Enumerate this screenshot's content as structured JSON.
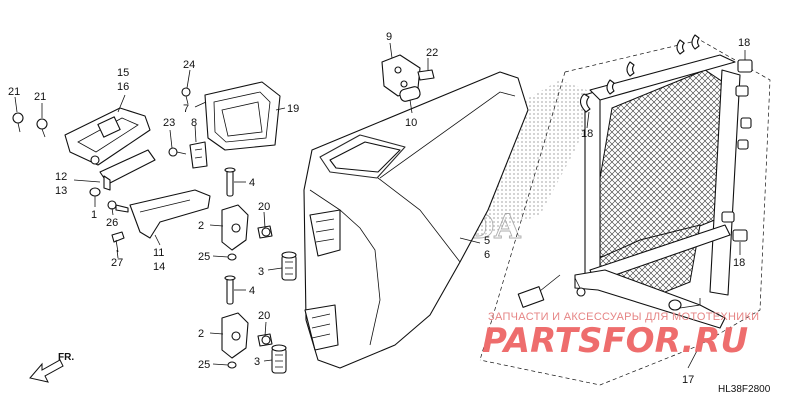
{
  "diagram": {
    "code": "HL38F2800",
    "direction_label": "FR.",
    "watermark": {
      "subtitle": "ЗАПЧАСТИ И АКСЕССУАРЫ ДЛЯ МОТОТЕХНИКИ",
      "brand": "PARTSFOR.RU"
    },
    "callouts": [
      {
        "id": "c1",
        "label": "1"
      },
      {
        "id": "c2a",
        "label": "2"
      },
      {
        "id": "c2b",
        "label": "2"
      },
      {
        "id": "c3a",
        "label": "3"
      },
      {
        "id": "c3b",
        "label": "3"
      },
      {
        "id": "c4a",
        "label": "4"
      },
      {
        "id": "c4b",
        "label": "4"
      },
      {
        "id": "c5",
        "label": "5"
      },
      {
        "id": "c6",
        "label": "6"
      },
      {
        "id": "c7",
        "label": "7"
      },
      {
        "id": "c8",
        "label": "8"
      },
      {
        "id": "c9",
        "label": "9"
      },
      {
        "id": "c10",
        "label": "10"
      },
      {
        "id": "c11",
        "label": "11"
      },
      {
        "id": "c12",
        "label": "12"
      },
      {
        "id": "c13",
        "label": "13"
      },
      {
        "id": "c14",
        "label": "14"
      },
      {
        "id": "c15",
        "label": "15"
      },
      {
        "id": "c16",
        "label": "16"
      },
      {
        "id": "c17",
        "label": "17"
      },
      {
        "id": "c18a",
        "label": "18"
      },
      {
        "id": "c18b",
        "label": "18"
      },
      {
        "id": "c18c",
        "label": "18"
      },
      {
        "id": "c19",
        "label": "19"
      },
      {
        "id": "c20a",
        "label": "20"
      },
      {
        "id": "c20b",
        "label": "20"
      },
      {
        "id": "c21a",
        "label": "21"
      },
      {
        "id": "c21b",
        "label": "21"
      },
      {
        "id": "c22",
        "label": "22"
      },
      {
        "id": "c23",
        "label": "23"
      },
      {
        "id": "c24",
        "label": "24"
      },
      {
        "id": "c25a",
        "label": "25"
      },
      {
        "id": "c25b",
        "label": "25"
      },
      {
        "id": "c26",
        "label": "26"
      },
      {
        "id": "c27",
        "label": "27"
      }
    ]
  }
}
